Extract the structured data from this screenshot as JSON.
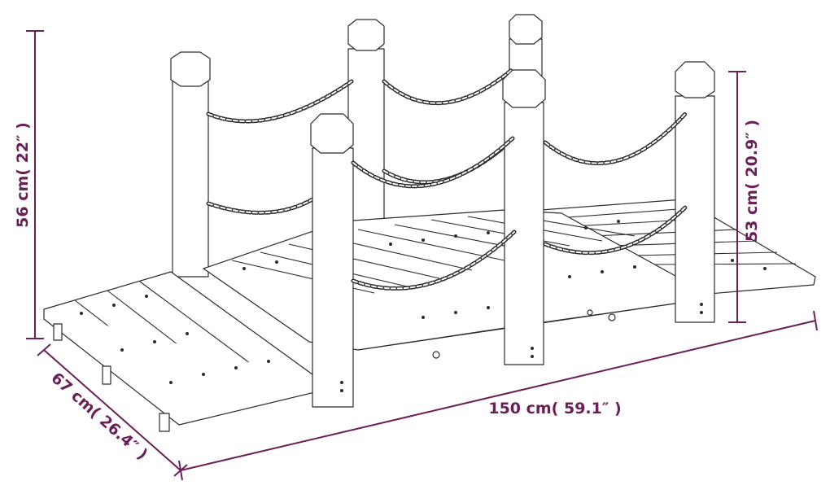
{
  "dimensions": {
    "height_left": "56 cm( 22″ )",
    "height_right": "53 cm( 20.9″ )",
    "depth": "67 cm( 26.4″ )",
    "length": "150  cm( 59.1″ )"
  },
  "colors": {
    "dimension_accent": "#6a1f56",
    "line_art": "#2b2b2b",
    "background": "#ffffff"
  }
}
